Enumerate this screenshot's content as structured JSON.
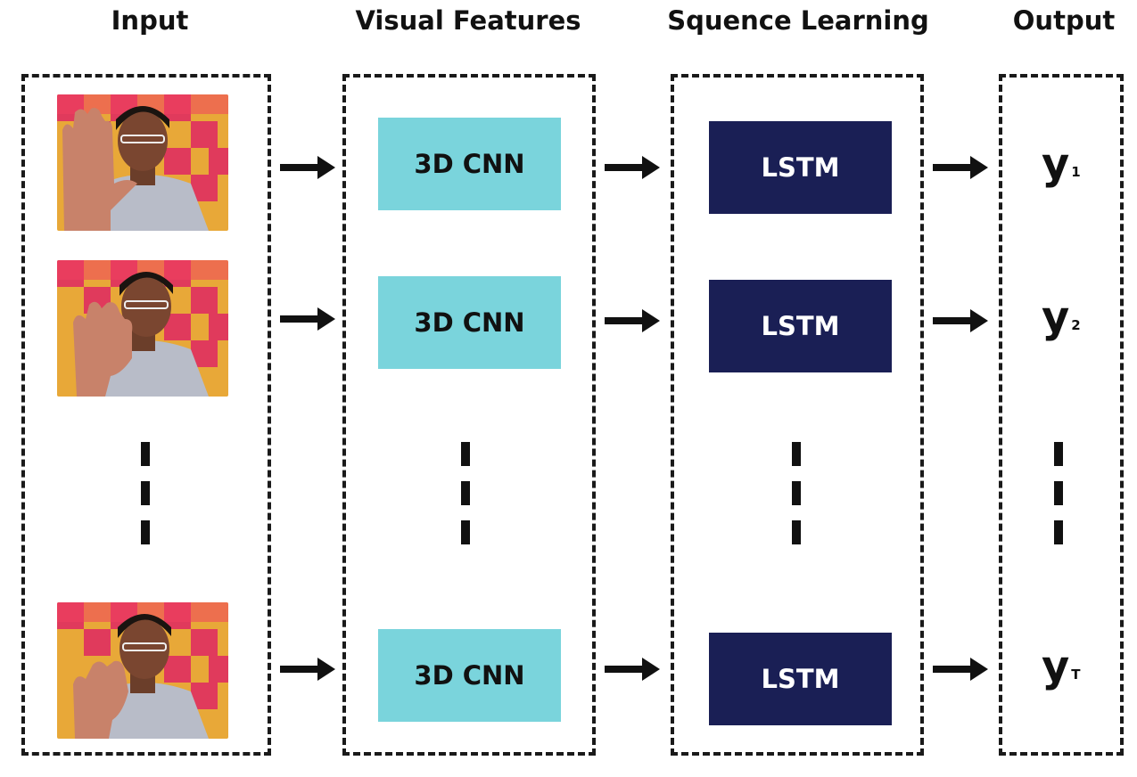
{
  "columns": {
    "input": "Input",
    "features": "Visual Features",
    "sequence": "Squence Learning",
    "output": "Output"
  },
  "rows": [
    {
      "cnn": "3D CNN",
      "lstm": "LSTM",
      "y": "y",
      "sub": "1"
    },
    {
      "cnn": "3D CNN",
      "lstm": "LSTM",
      "y": "y",
      "sub": "2"
    },
    {
      "cnn": "3D CNN",
      "lstm": "LSTM",
      "y": "y",
      "sub": "T"
    }
  ],
  "colors": {
    "cnn_fill": "#7ad4dc",
    "lstm_fill": "#1a1f55",
    "border": "#1a1a1a"
  }
}
